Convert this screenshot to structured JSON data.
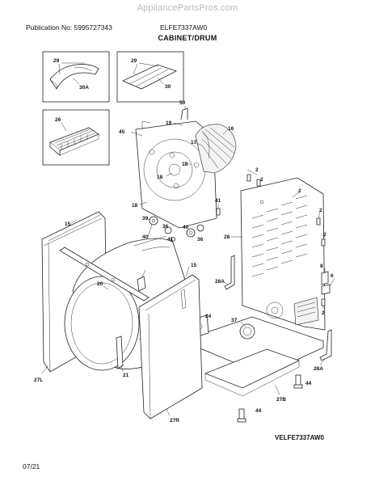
{
  "watermark": "AppliancePartsPros.com",
  "header": {
    "publication": "Publication No: 5995727343",
    "model": "ELFE7337AW0"
  },
  "section_title": "CABINET/DRUM",
  "diagram_code": "VELFE7337AW0",
  "footer_date": "07/21",
  "callouts": {
    "c29a": "29",
    "c30a": "30A",
    "c29b": "29",
    "c30b": "30",
    "c26": "26",
    "c50": "50",
    "c19": "19",
    "c16": "16",
    "c45": "45",
    "c17": "17",
    "c18a": "18",
    "c18b": "18",
    "c18c": "18",
    "c41a": "41",
    "c39": "39",
    "c40a": "40",
    "c36a": "36",
    "c36b": "36",
    "c40b": "40",
    "c41b": "41",
    "c2a": "2",
    "c2b": "2",
    "c2c": "2",
    "c2d": "2",
    "c2e": "2",
    "c2f": "2",
    "c28": "28",
    "c15a": "15",
    "c15b": "15",
    "c20": "20",
    "c28a1": "28A",
    "c8": "8",
    "c6": "6",
    "c24": "24",
    "c37": "37",
    "c27l": "27L",
    "c21": "21",
    "c28a2": "28A",
    "c44a": "44",
    "c27b": "27B",
    "c44b": "44",
    "c27r": "27R"
  }
}
